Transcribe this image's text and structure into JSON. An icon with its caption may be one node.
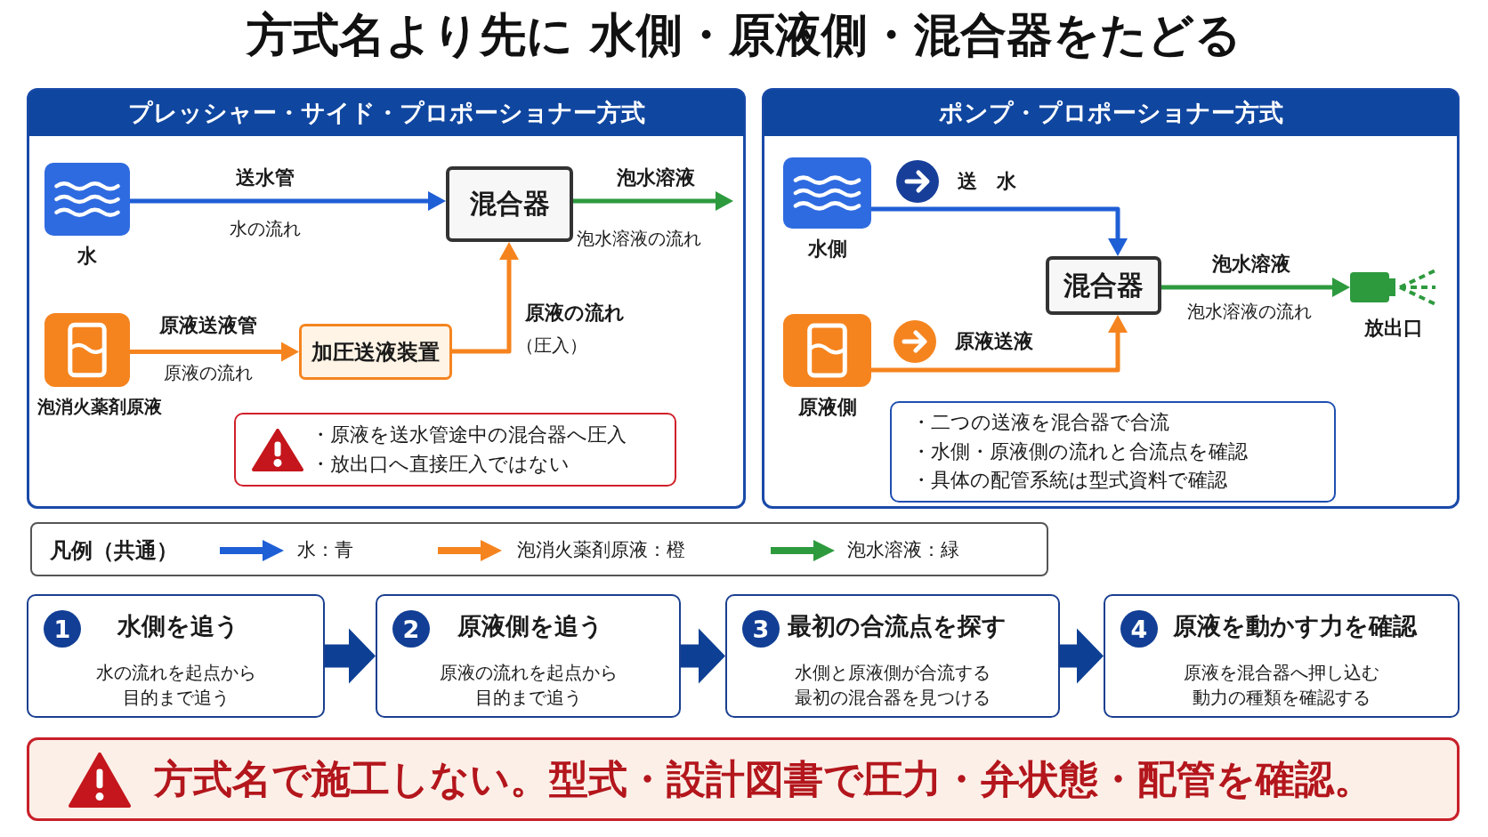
{
  "diagram": {
    "title": "方式名より先に 水側・原液側・混合器をたどる",
    "nodes": [
      {
        "text": [
          "プレッシャー・サイド・プロポーショナー方式"
        ]
      },
      {
        "text": [
          "水"
        ],
        "in": 0
      },
      {
        "text": [
          "混合器"
        ],
        "in": 0
      },
      {
        "text": [
          "泡消火薬剤原液"
        ],
        "in": 0
      },
      {
        "text": [
          "加圧送液装置"
        ],
        "in": 0
      },
      {
        "text": [
          "・原液を送水管途中の混合器へ圧入",
          "・放出口へ直接圧入ではない"
        ],
        "in": 0
      },
      {
        "text": [
          "ポンプ・プロポーショナー方式"
        ]
      },
      {
        "text": [
          "水側"
        ],
        "in": 6
      },
      {
        "text": [
          "混合器"
        ],
        "in": 6
      },
      {
        "text": [
          "放出口"
        ],
        "in": 6
      },
      {
        "text": [
          "原液側"
        ],
        "in": 6
      },
      {
        "text": [
          "・二つの送液を混合器で合流",
          "・水側・原液側の流れと合流点を確認",
          "・具体の配管系統は型式資料で確認"
        ],
        "in": 6
      },
      {
        "text": [
          "1",
          "水側を追う",
          "水の流れを起点から目的まで追う"
        ]
      },
      {
        "text": [
          "2",
          "原液側を追う",
          "原液の流れを起点から目的まで追う"
        ]
      },
      {
        "text": [
          "3",
          "最初の合流点を探す",
          "水側と原液側が合流する最初の混合器を見つける"
        ]
      },
      {
        "text": [
          "4",
          "原液を動かす力を確認",
          "原液を混合器へ押し込む動力の種類を確認する"
        ]
      },
      {
        "text": [
          "方式名で施工しない。型式・設計図書で圧力・弁状態・配管を確認。"
        ]
      }
    ],
    "edges": [
      {
        "from": 1,
        "to": 2,
        "arrow": "to",
        "label": "送水管",
        "color": "#1f5fd6"
      },
      {
        "from": 2,
        "to": null,
        "arrow": "to",
        "label": "泡水溶液",
        "color": "#2e9a3e"
      },
      {
        "from": 3,
        "to": 4,
        "arrow": "to",
        "label": "原液送液管",
        "color": "#f5841f"
      },
      {
        "from": 4,
        "to": 2,
        "arrow": "to",
        "label": "原液の流れ",
        "color": "#f5841f"
      },
      {
        "from": 7,
        "to": 8,
        "arrow": "to",
        "label": "送　水",
        "color": "#1f5fd6"
      },
      {
        "from": 10,
        "to": 8,
        "arrow": "to",
        "label": "原液送液",
        "color": "#f5841f"
      },
      {
        "from": 8,
        "to": 9,
        "arrow": "to",
        "label": "泡水溶液",
        "color": "#2e9a3e"
      },
      {
        "from": 12,
        "to": 13,
        "arrow": "to",
        "style": "thick",
        "color": "#0d3f94"
      },
      {
        "from": 13,
        "to": 14,
        "arrow": "to",
        "style": "thick",
        "color": "#0d3f94"
      },
      {
        "from": 14,
        "to": 15,
        "arrow": "to",
        "style": "thick",
        "color": "#0d3f94"
      }
    ],
    "labels": [
      "水の流れ",
      "泡水溶液の流れ",
      "原液の流れ",
      "（圧入）",
      "泡水溶液の流れ",
      "凡例（共通）"
    ],
    "legend": [
      {
        "text": "水：青",
        "color": "#1f5fd6"
      },
      {
        "text": "泡消火薬剤原液：橙",
        "color": "#f5841f"
      },
      {
        "text": "泡水溶液：緑",
        "color": "#2e9a3e"
      }
    ]
  }
}
